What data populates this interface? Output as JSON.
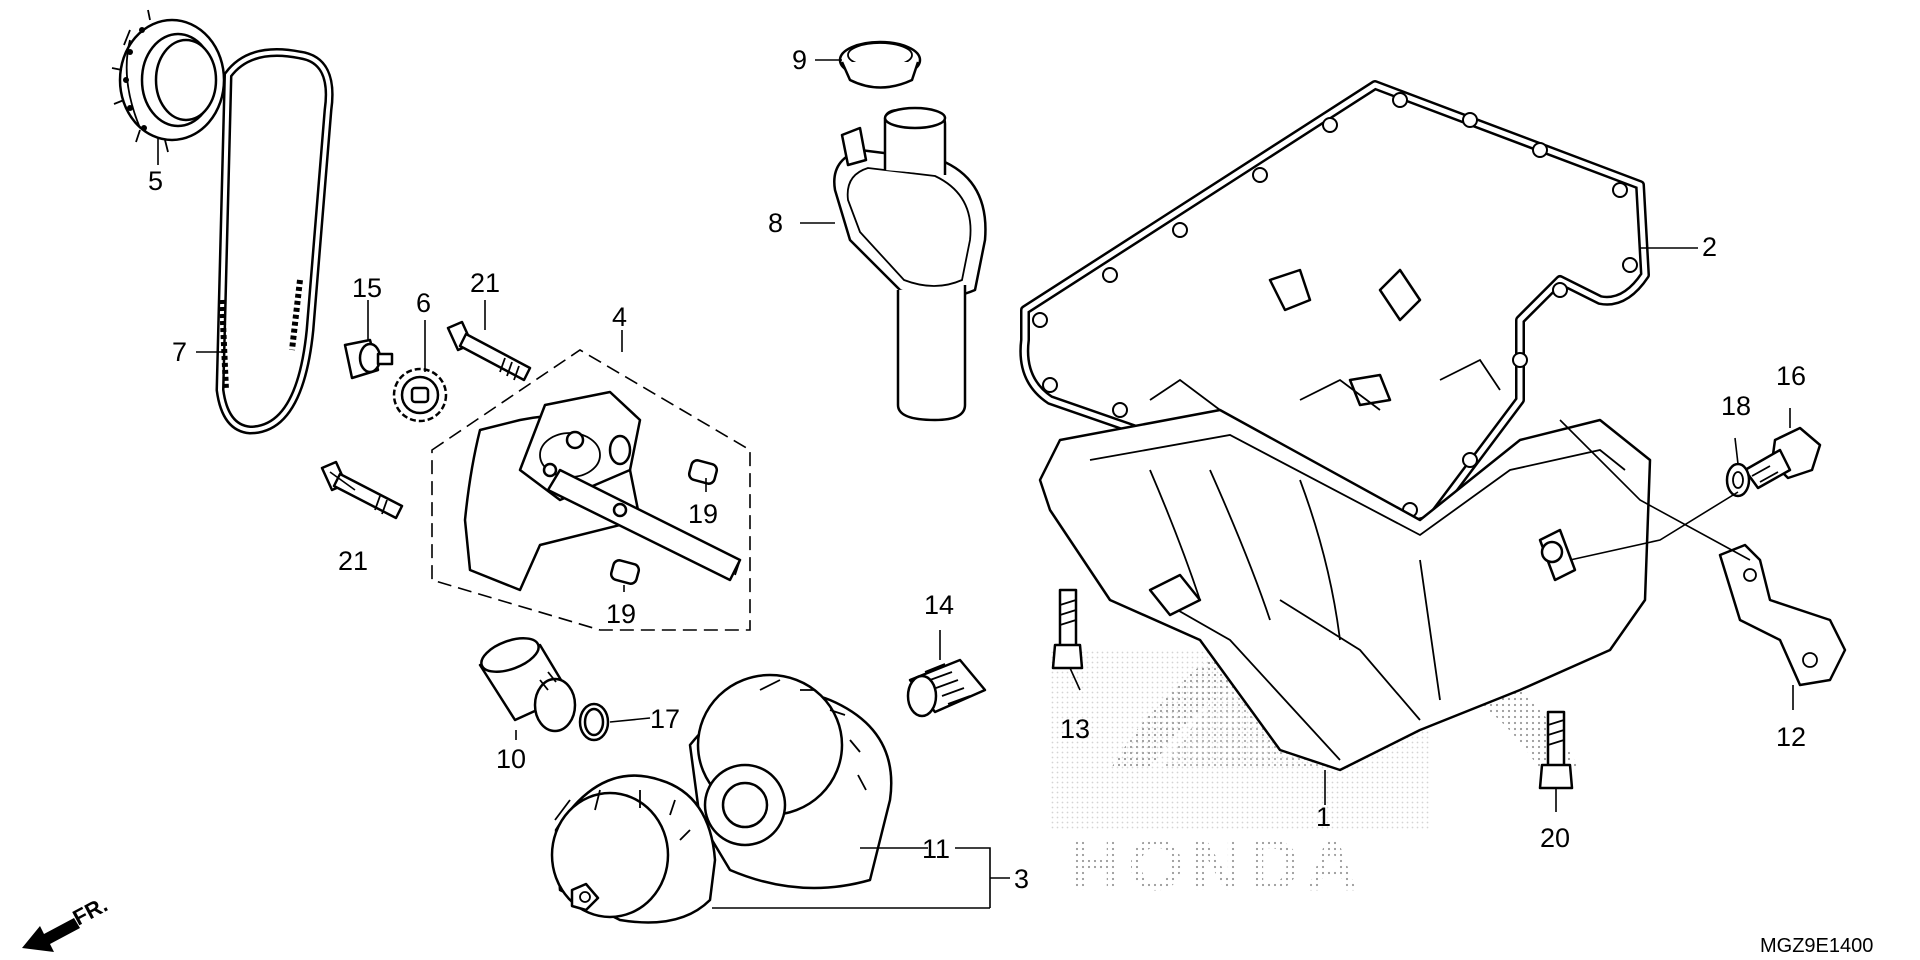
{
  "diagram": {
    "reference_code": "MGZ9E1400",
    "direction_marker": "FR.",
    "watermark": "HONDA",
    "callouts": [
      "1",
      "2",
      "3",
      "4",
      "5",
      "6",
      "7",
      "8",
      "9",
      "10",
      "11",
      "12",
      "13",
      "14",
      "15",
      "16",
      "17",
      "18",
      "19",
      "19",
      "20",
      "21",
      "21"
    ]
  },
  "colors": {
    "ink": "#000000",
    "background": "#ffffff",
    "watermark_dots": "#9a9a9a"
  }
}
